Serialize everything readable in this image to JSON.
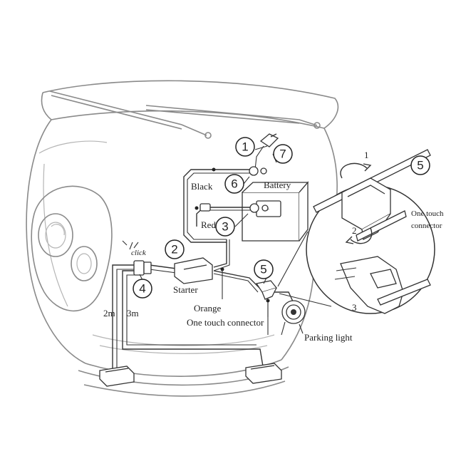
{
  "labels": {
    "black": "Black",
    "red": "Red",
    "battery": "Battery",
    "starter": "Starter",
    "orange": "Orange",
    "one_touch_connector": "One touch connector",
    "parking_light": "Parking light",
    "one_touch_connector_inset_line1": "One touch",
    "one_touch_connector_inset_line2": "connector",
    "click": "click",
    "length_2m": "2m",
    "length_3m": "3m"
  },
  "step_numbers": {
    "n1": "1",
    "n2": "2",
    "n3": "3",
    "n4": "4",
    "n5": "5",
    "n6": "6",
    "n7": "7",
    "inset_n5": "5"
  },
  "inset_steps": {
    "s1": "1",
    "s2": "2",
    "s3": "3"
  }
}
